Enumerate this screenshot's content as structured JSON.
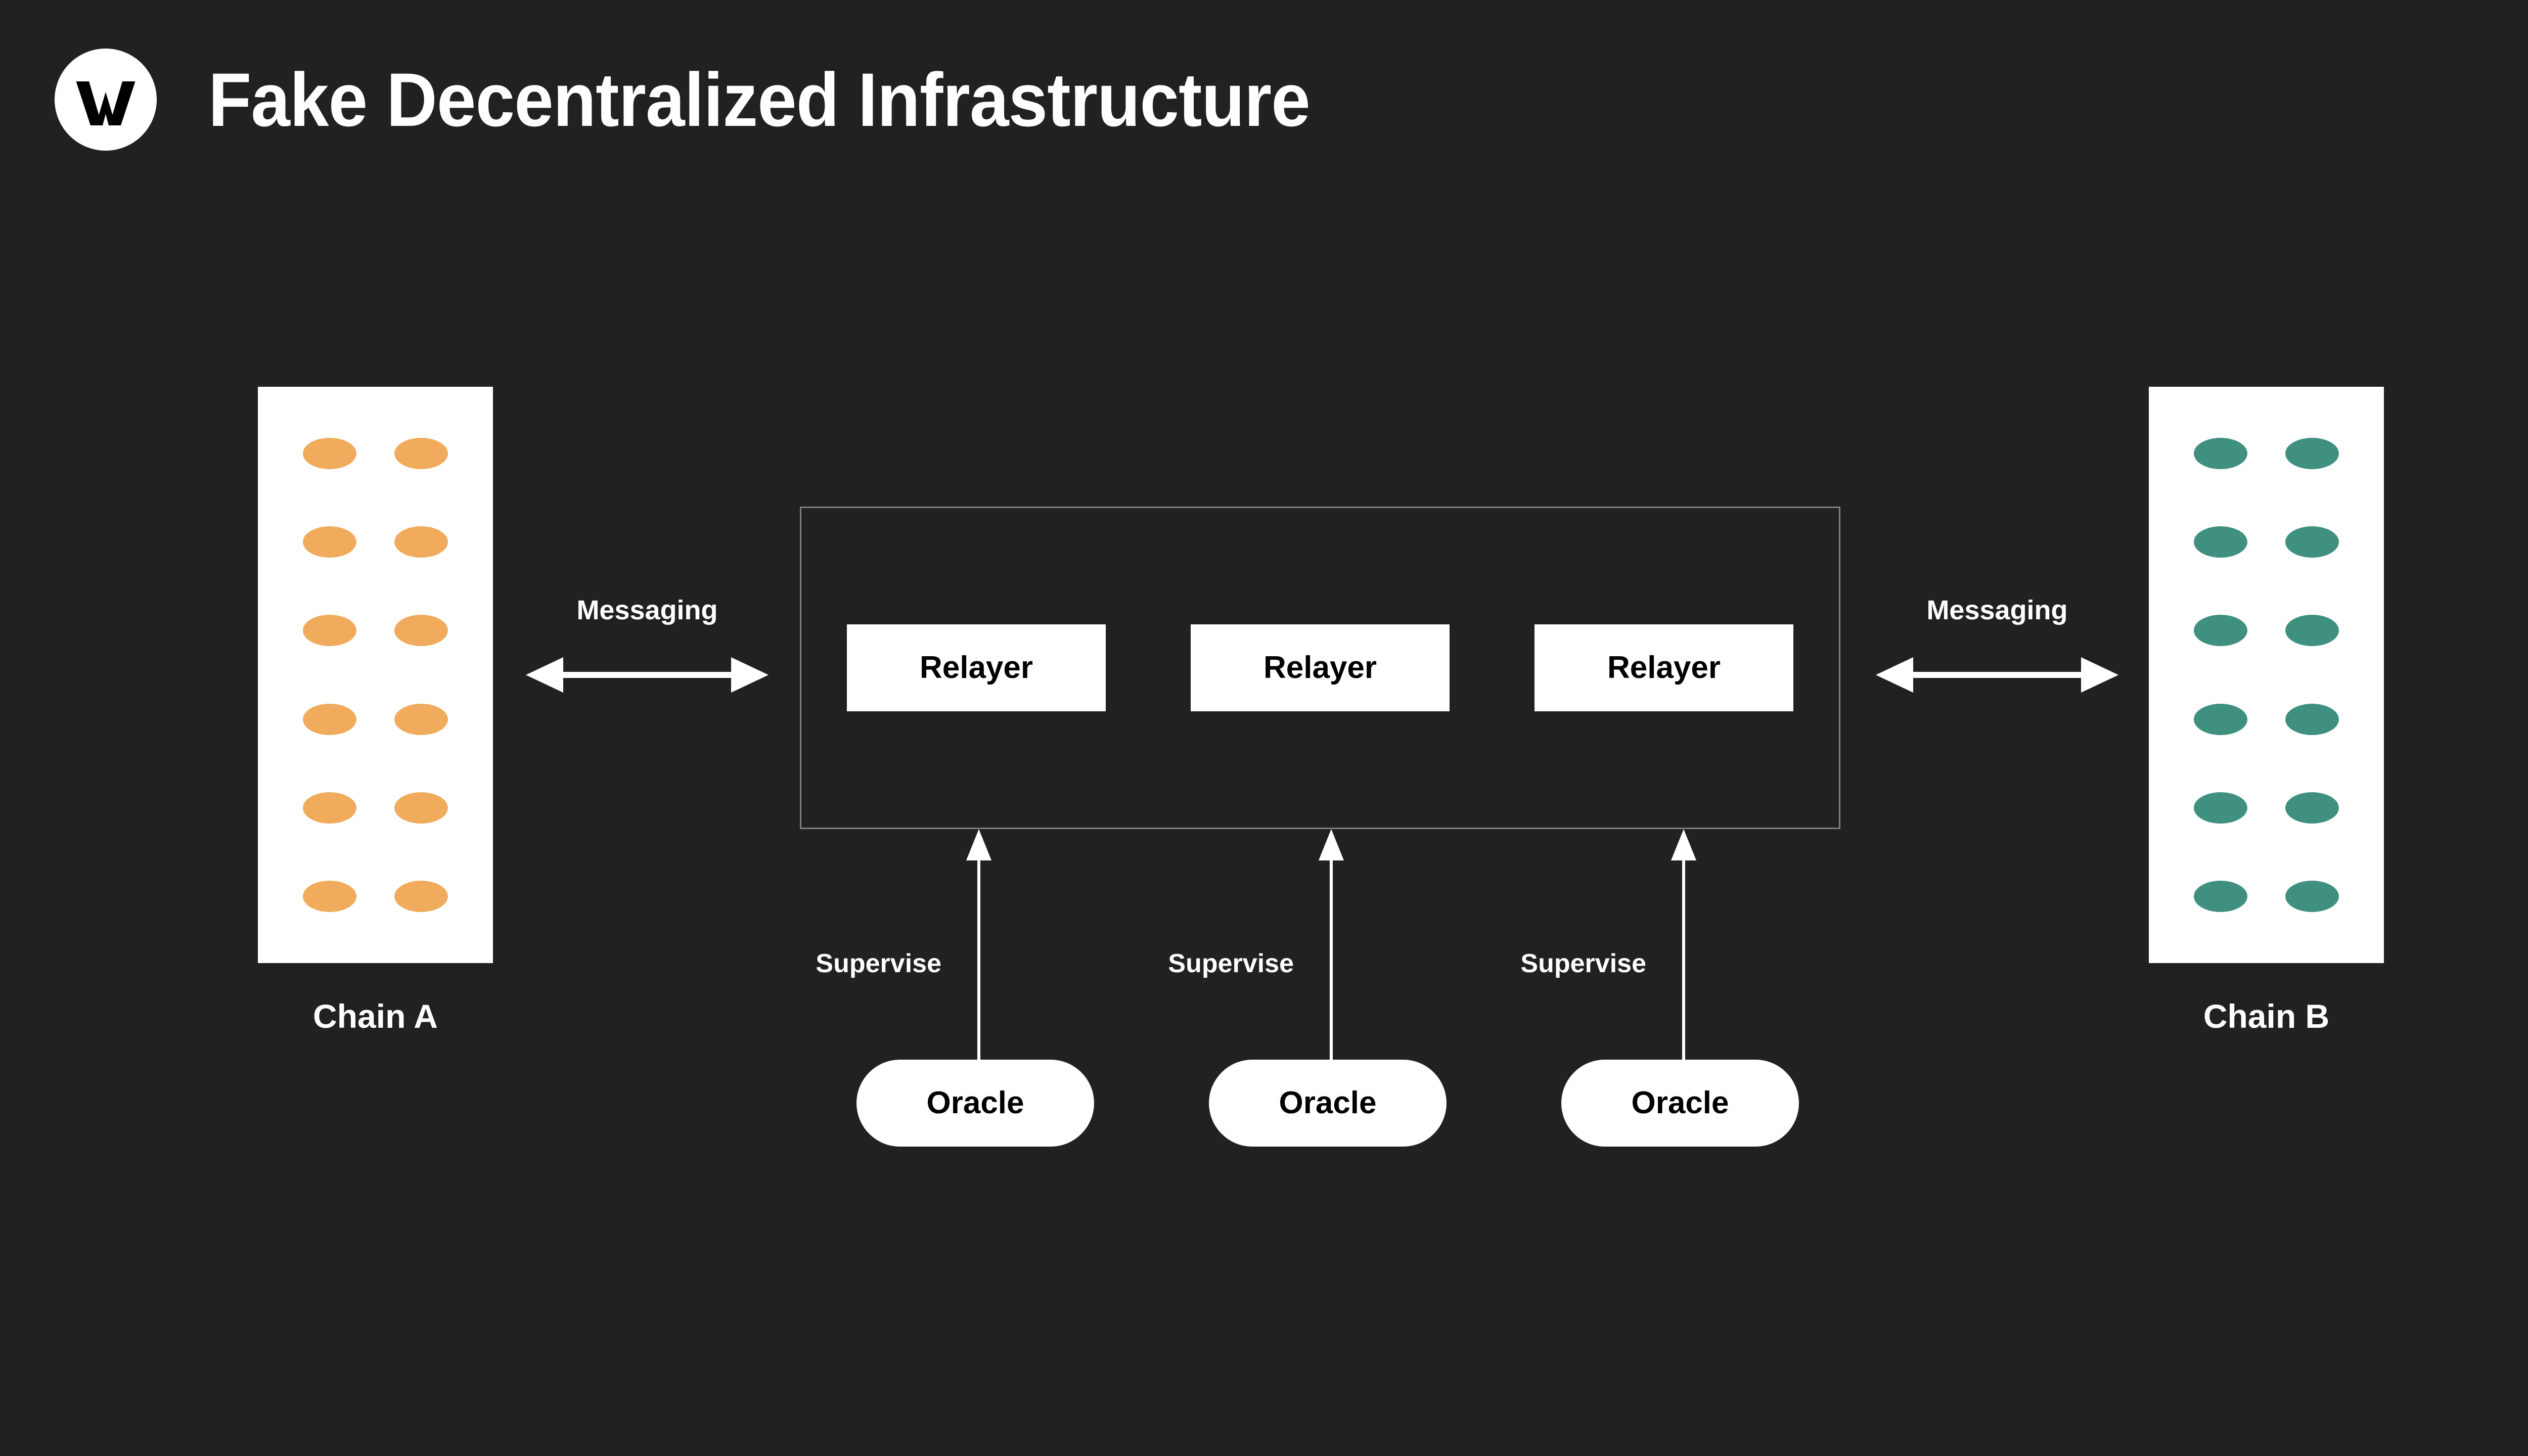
{
  "page": {
    "title": "Fake Decentralized Infrastructure",
    "background_color": "#212121"
  },
  "logo": {
    "glyph": "W",
    "icon_name": "w-logo-icon",
    "circle_color": "#ffffff",
    "glyph_color": "#000000"
  },
  "colors": {
    "background": "#212121",
    "panel": "#ffffff",
    "chain_a_node": "#f0ac5c",
    "chain_b_node": "#409080",
    "container_border": "#808080",
    "arrow": "#ffffff",
    "text_light": "#ffffff",
    "text_dark": "#000000"
  },
  "chains": [
    {
      "id": "chain-a",
      "caption": "Chain A",
      "node_color": "#f0ac5c",
      "node_count": 12,
      "grid": {
        "columns": 2,
        "rows": 6
      }
    },
    {
      "id": "chain-b",
      "caption": "Chain B",
      "node_color": "#409080",
      "node_count": 12,
      "grid": {
        "columns": 2,
        "rows": 6
      }
    }
  ],
  "messaging": [
    {
      "id": "messaging-left",
      "label": "Messaging",
      "direction": "bidirectional"
    },
    {
      "id": "messaging-right",
      "label": "Messaging",
      "direction": "bidirectional"
    }
  ],
  "relayers": [
    {
      "id": "relayer-1",
      "label": "Relayer"
    },
    {
      "id": "relayer-2",
      "label": "Relayer"
    },
    {
      "id": "relayer-3",
      "label": "Relayer"
    }
  ],
  "oracles": [
    {
      "id": "oracle-1",
      "label": "Oracle",
      "edge_label": "Supervise"
    },
    {
      "id": "oracle-2",
      "label": "Oracle",
      "edge_label": "Supervise"
    },
    {
      "id": "oracle-3",
      "label": "Oracle",
      "edge_label": "Supervise"
    }
  ],
  "supervise_labels": [
    {
      "label": "Supervise"
    },
    {
      "label": "Supervise"
    },
    {
      "label": "Supervise"
    }
  ]
}
